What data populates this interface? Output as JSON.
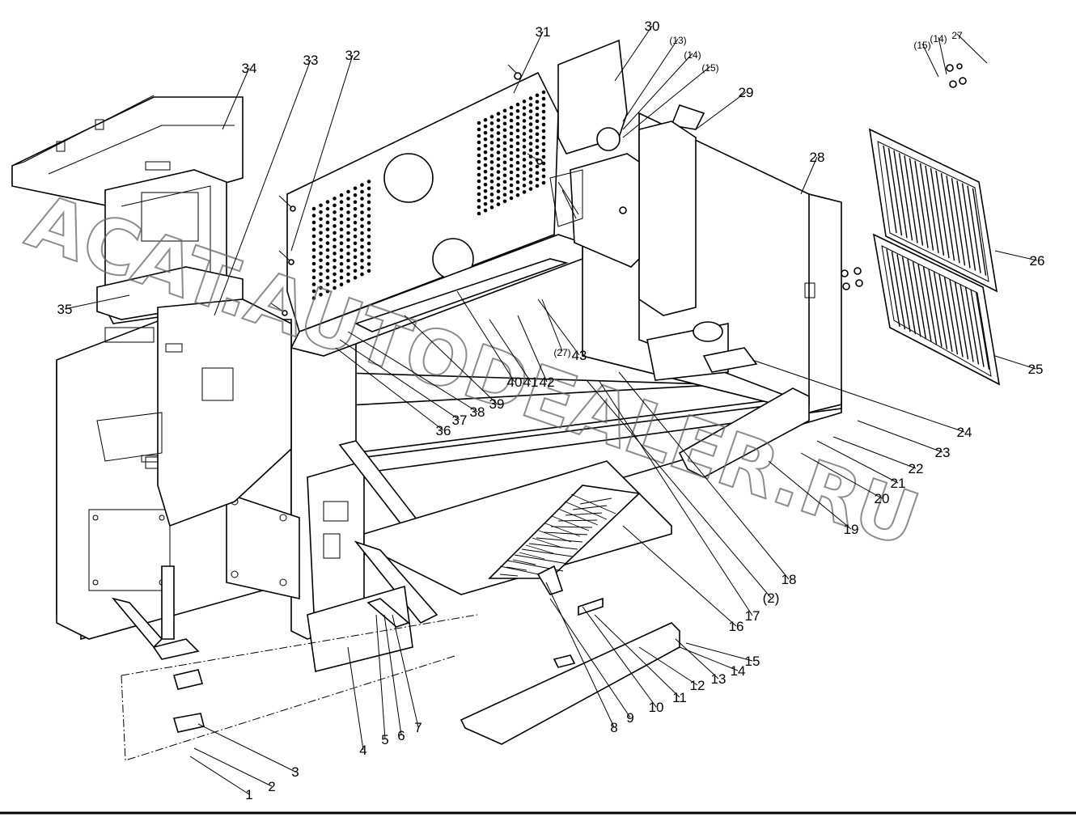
{
  "watermark": "ACAT.AUTODEALER.RU",
  "callouts": [
    {
      "text": "1"
    },
    {
      "text": "2"
    },
    {
      "text": "3"
    },
    {
      "text": "4"
    },
    {
      "text": "5"
    },
    {
      "text": "6"
    },
    {
      "text": "7"
    },
    {
      "text": "8"
    },
    {
      "text": "9"
    },
    {
      "text": "10"
    },
    {
      "text": "11"
    },
    {
      "text": "12"
    },
    {
      "text": "13"
    },
    {
      "text": "14"
    },
    {
      "text": "15"
    },
    {
      "text": "16"
    },
    {
      "text": "17"
    },
    {
      "text": "(2)"
    },
    {
      "text": "18"
    },
    {
      "text": "19"
    },
    {
      "text": "20"
    },
    {
      "text": "21"
    },
    {
      "text": "22"
    },
    {
      "text": "23"
    },
    {
      "text": "24"
    },
    {
      "text": "25"
    },
    {
      "text": "26"
    },
    {
      "text": "27"
    },
    {
      "text": "(14)"
    },
    {
      "text": "(15)"
    },
    {
      "text": "28"
    },
    {
      "text": "29"
    },
    {
      "text": "30"
    },
    {
      "text": "(13)"
    },
    {
      "text": "(14)"
    },
    {
      "text": "(15)"
    },
    {
      "text": "31"
    },
    {
      "text": "32"
    },
    {
      "text": "33"
    },
    {
      "text": "34"
    },
    {
      "text": "35"
    },
    {
      "text": "36"
    },
    {
      "text": "37"
    },
    {
      "text": "38"
    },
    {
      "text": "39"
    },
    {
      "text": "40"
    },
    {
      "text": "41"
    },
    {
      "text": "42"
    },
    {
      "text": "(27)"
    },
    {
      "text": "43"
    }
  ]
}
